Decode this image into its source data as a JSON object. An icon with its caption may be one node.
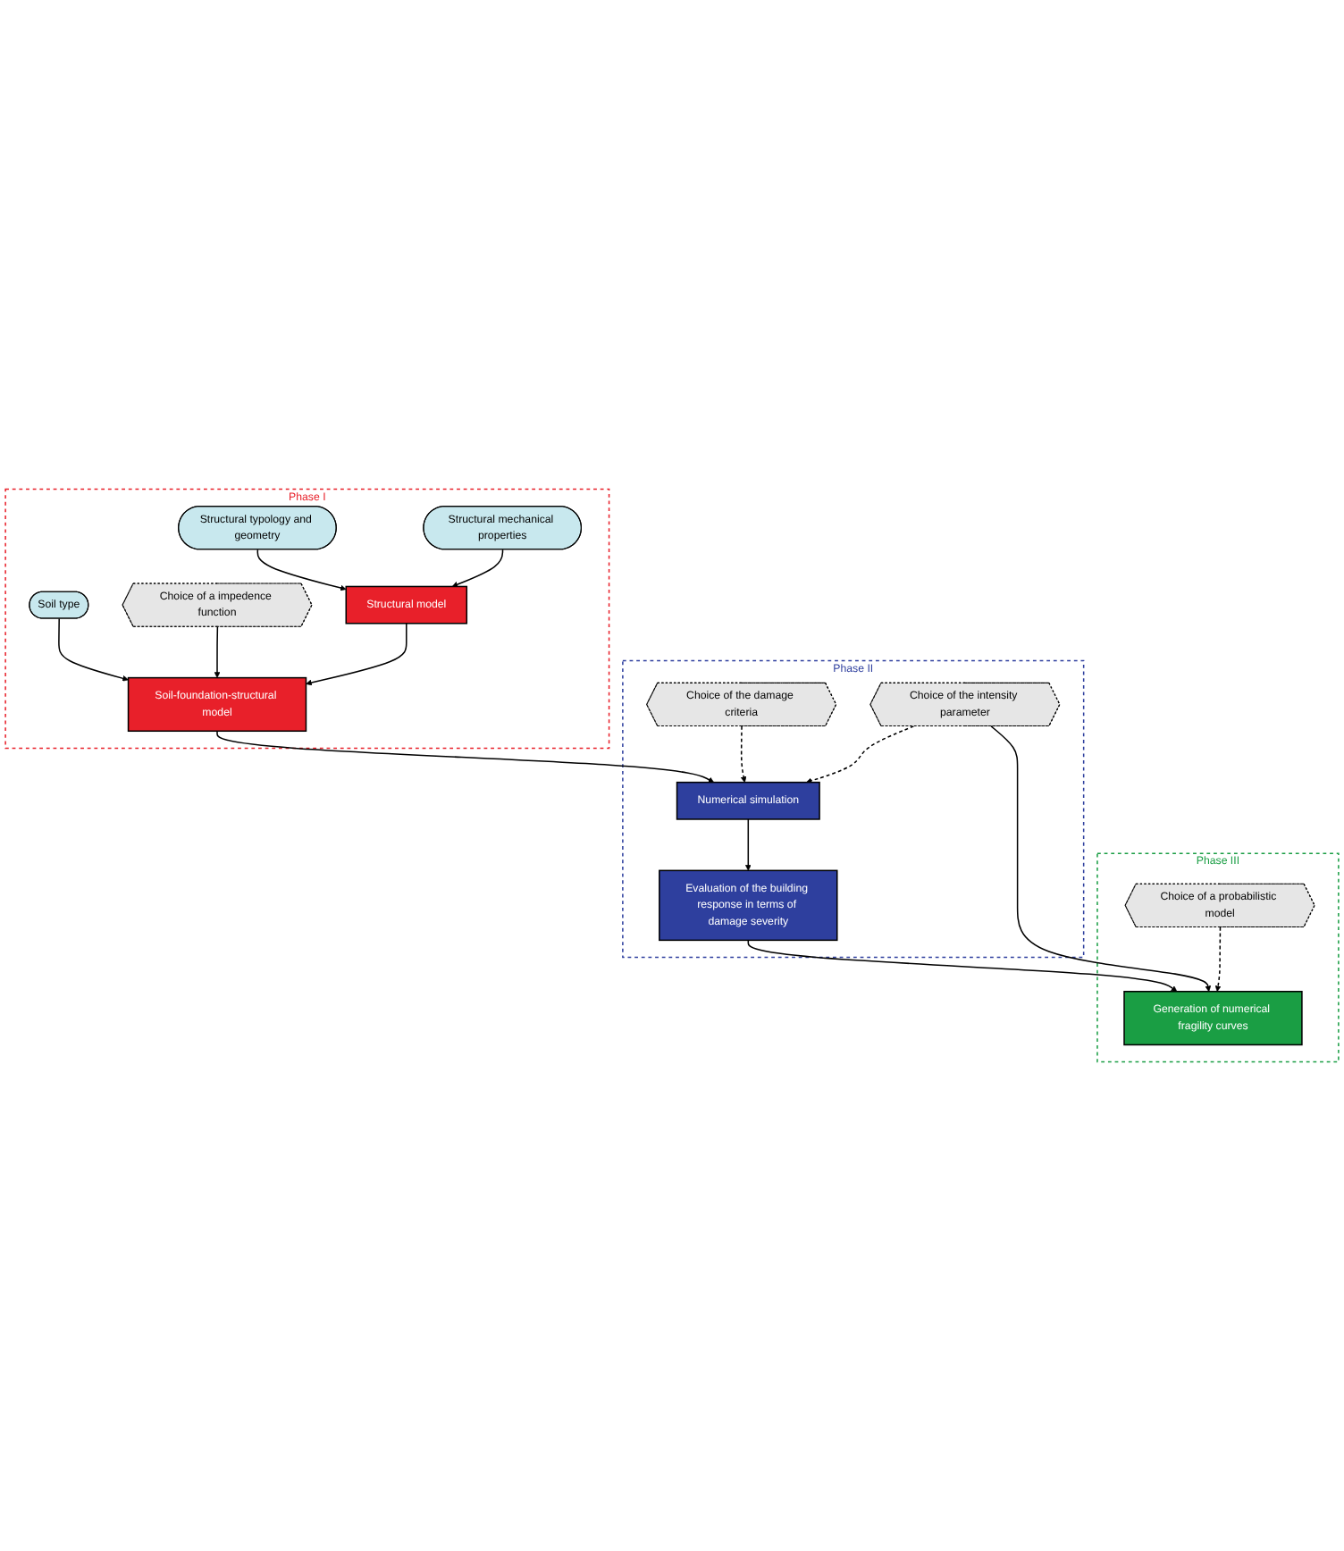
{
  "diagram": {
    "nodes": [
      {
        "text": [
          "Phase I"
        ]
      },
      {
        "text": [
          "Structural typology and geometry"
        ],
        "in": 0
      },
      {
        "text": [
          "Structural mechanical properties"
        ],
        "in": 0
      },
      {
        "text": [
          "Soil type"
        ],
        "in": 0
      },
      {
        "text": [
          "Structural model"
        ],
        "in": 0
      },
      {
        "text": [
          "Choice of a impedence function"
        ],
        "in": 0
      },
      {
        "text": [
          "Soil-foundation-structural model"
        ],
        "in": 0
      },
      {
        "text": [
          "Phase II"
        ]
      },
      {
        "text": [
          "Choice of the damage criteria"
        ],
        "in": 7
      },
      {
        "text": [
          "Numerical simulation"
        ],
        "in": 7
      },
      {
        "text": [
          "Choice of the intensity parameter"
        ],
        "in": 7
      },
      {
        "text": [
          "Evaluation of the building response in terms of damage severity"
        ],
        "in": 7
      },
      {
        "text": [
          "Phase III"
        ]
      },
      {
        "text": [
          "Choice of a probabilistic model"
        ],
        "in": 12
      },
      {
        "text": [
          "Generation of numerical fragility curves"
        ],
        "in": 12
      }
    ],
    "edges": [
      {
        "from": 1,
        "to": 4,
        "arrow": "to"
      },
      {
        "from": 2,
        "to": 4,
        "arrow": "to"
      },
      {
        "from": 3,
        "to": 6,
        "arrow": "to"
      },
      {
        "from": 5,
        "to": 6,
        "arrow": "to"
      },
      {
        "from": 4,
        "to": 6,
        "arrow": "to"
      },
      {
        "from": 6,
        "to": 9,
        "arrow": "to"
      },
      {
        "from": 8,
        "to": 9,
        "arrow": "to",
        "style": "dashed"
      },
      {
        "from": 10,
        "to": 9,
        "arrow": "to",
        "style": "dashed"
      },
      {
        "from": 9,
        "to": 11,
        "arrow": "to"
      },
      {
        "from": 11,
        "to": 14,
        "arrow": "to"
      },
      {
        "from": 10,
        "to": 14,
        "arrow": "to"
      },
      {
        "from": 13,
        "to": 14,
        "arrow": "to",
        "style": "dashed"
      }
    ]
  }
}
